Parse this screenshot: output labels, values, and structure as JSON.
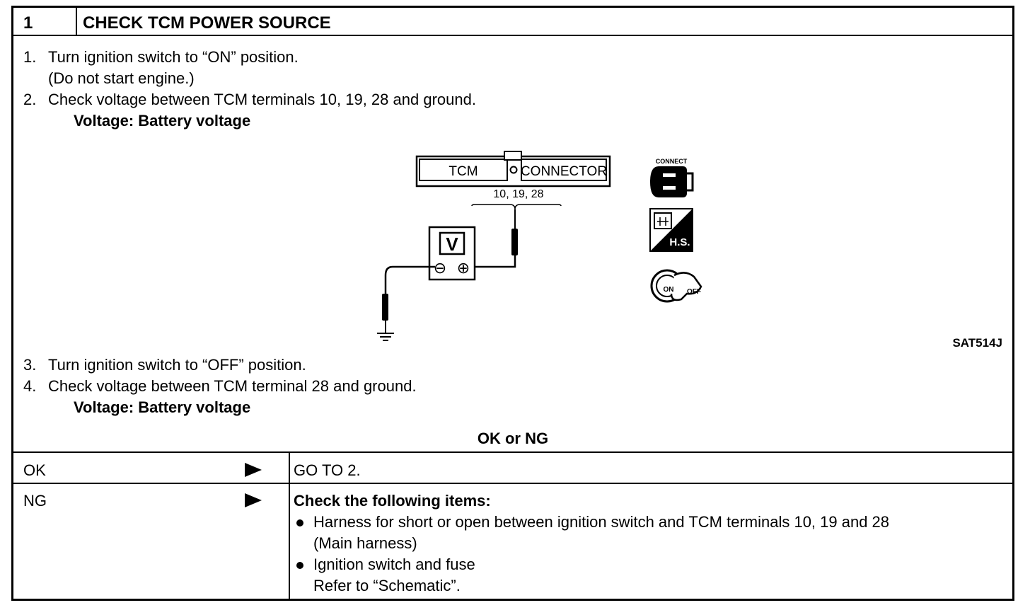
{
  "header": {
    "step_number": "1",
    "title": "CHECK TCM POWER SOURCE"
  },
  "steps_part1": [
    {
      "num": "1.",
      "text": "Turn ignition switch to “ON” position."
    },
    {
      "num": "",
      "text": "(Do not start engine.)"
    },
    {
      "num": "2.",
      "text": "Check voltage between TCM terminals 10, 19, 28 and ground."
    }
  ],
  "spec_1": "Voltage: Battery voltage",
  "figure": {
    "tcm_label": "TCM",
    "connector_label": "CONNECTOR",
    "terminals": "10,  19,  28",
    "meter_letter": "V",
    "meter_minus": "⊖",
    "meter_plus": "⊕",
    "connect_label": "CONNECT",
    "hs_label": "H.S.",
    "key_on": "ON",
    "key_off": "OFF",
    "figure_code": "SAT514J"
  },
  "steps_part2": [
    {
      "num": "3.",
      "text": "Turn ignition switch to “OFF” position."
    },
    {
      "num": "4.",
      "text": "Check voltage between TCM terminal 28 and ground."
    }
  ],
  "spec_2": "Voltage: Battery voltage",
  "result_title": "OK or NG",
  "results": {
    "ok": {
      "label": "OK",
      "action": "GO TO 2."
    },
    "ng": {
      "label": "NG",
      "heading": "Check the following items:",
      "items": [
        {
          "line1": "Harness for short or open between ignition switch and TCM terminals 10, 19 and 28",
          "line2": "(Main harness)"
        },
        {
          "line1": "Ignition switch and fuse",
          "line2": "Refer to “Schematic”."
        }
      ]
    }
  }
}
